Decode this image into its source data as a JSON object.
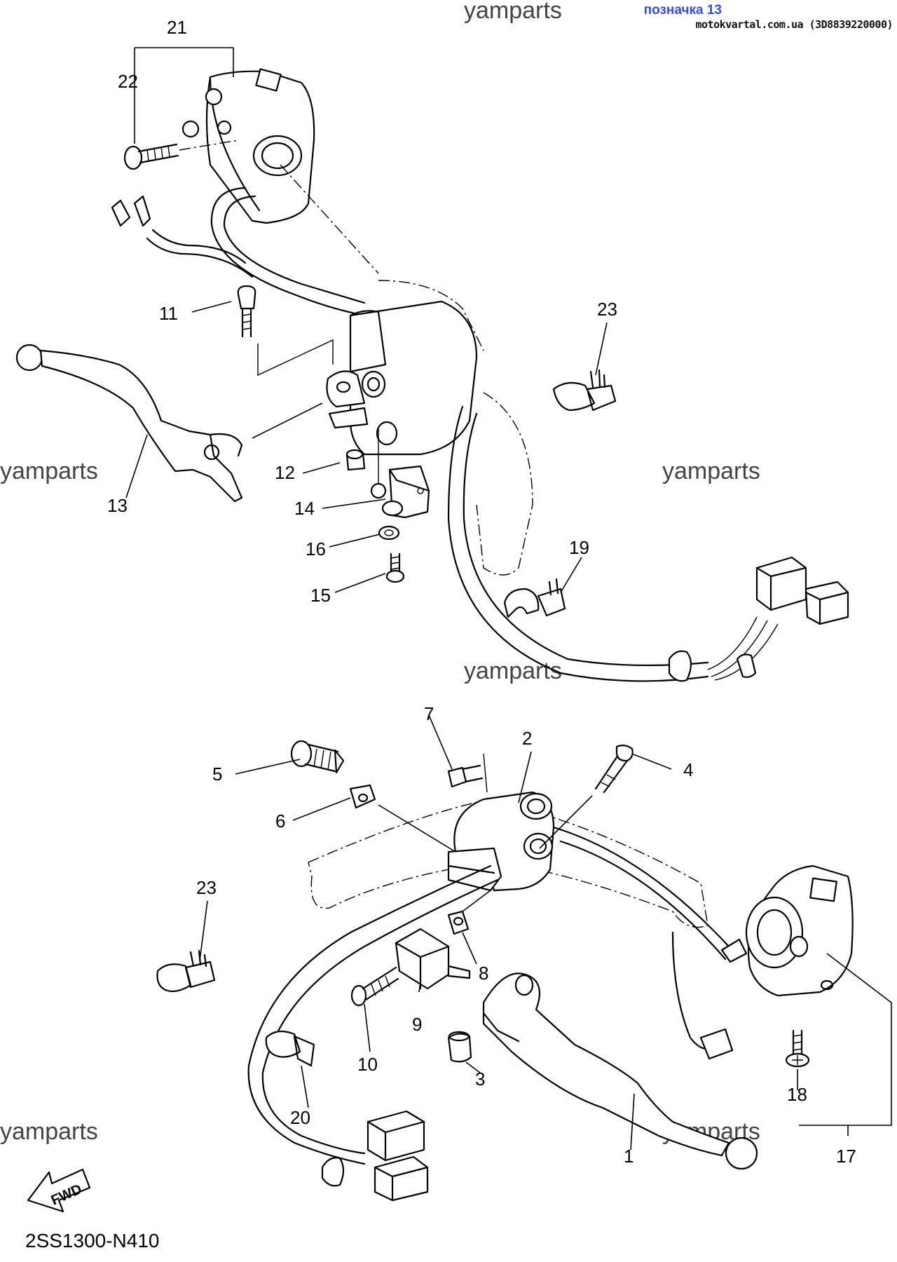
{
  "header": {
    "label": "позначка 13",
    "site": "motokvartal.com.ua (3D8839220000)"
  },
  "watermark": "yamparts",
  "drawing_code": "2SS1300-N410",
  "fwd_label": "FWD",
  "callouts": [
    "1",
    "2",
    "3",
    "4",
    "5",
    "6",
    "7",
    "8",
    "9",
    "10",
    "11",
    "12",
    "13",
    "14",
    "15",
    "16",
    "17",
    "18",
    "19",
    "20",
    "21",
    "22",
    "23"
  ]
}
